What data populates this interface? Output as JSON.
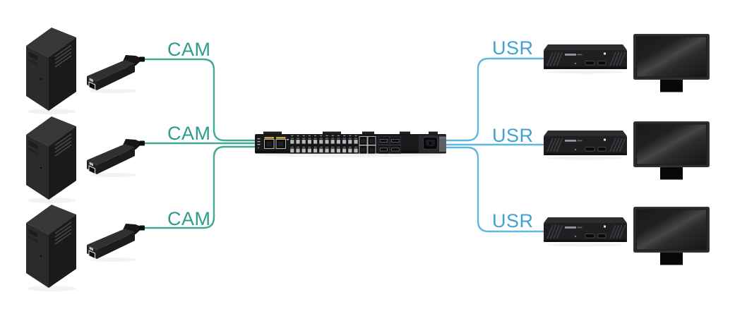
{
  "labels": {
    "cam": [
      "CAM",
      "CAM",
      "CAM"
    ],
    "usr": [
      "USR",
      "USR",
      "USR"
    ]
  },
  "colors": {
    "background": "#ffffff",
    "cam_text": "#2e9c8c",
    "cam_line": "#45a795",
    "usr_text": "#3fa2d4",
    "usr_line": "#5fb8e0",
    "switch_led_accent": "#c9a13b",
    "device_body": "#1f1f22"
  },
  "devices": {
    "pc_towers": {
      "count": 3,
      "icon": "pc-tower-icon"
    },
    "cam_extenders": {
      "count": 3,
      "icon": "kvm-extender-dongle-icon",
      "label": "CAM"
    },
    "network_switch": {
      "count": 1,
      "icon": "network-switch-icon",
      "main_rj45_port_columns": 12,
      "main_rj45_port_rows": 2,
      "management_ports": 2,
      "uplink_rj45_ports": 4,
      "sfp_ports": 4
    },
    "usr_receivers": {
      "count": 3,
      "icon": "receiver-unit-icon",
      "label": "USR"
    },
    "monitors": {
      "count": 3,
      "icon": "monitor-icon"
    }
  },
  "connections": [
    {
      "from": "cam-extender-1",
      "to": "network-switch",
      "type": "cam"
    },
    {
      "from": "cam-extender-2",
      "to": "network-switch",
      "type": "cam"
    },
    {
      "from": "cam-extender-3",
      "to": "network-switch",
      "type": "cam"
    },
    {
      "from": "network-switch",
      "to": "usr-receiver-1",
      "type": "usr"
    },
    {
      "from": "network-switch",
      "to": "usr-receiver-2",
      "type": "usr"
    },
    {
      "from": "network-switch",
      "to": "usr-receiver-3",
      "type": "usr"
    }
  ]
}
